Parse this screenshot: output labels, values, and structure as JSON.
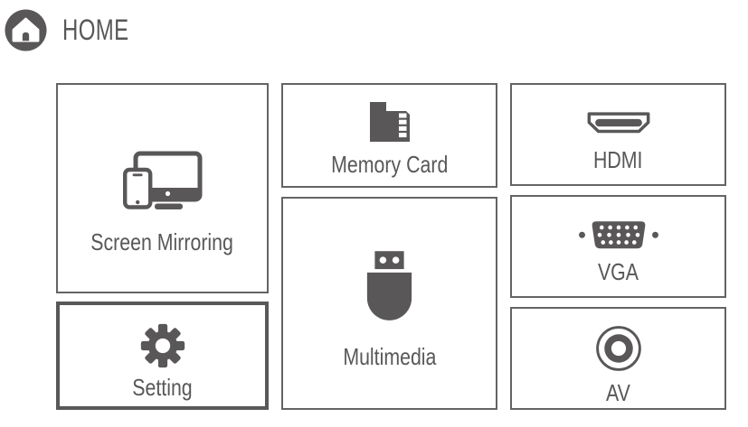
{
  "header": {
    "title": "HOME",
    "icon": "home-icon"
  },
  "tiles": [
    {
      "id": "screen-mirroring",
      "label": "Screen Mirroring",
      "icon": "screen-mirroring-icon",
      "selected": false
    },
    {
      "id": "setting",
      "label": "Setting",
      "icon": "gear-icon",
      "selected": true
    },
    {
      "id": "memory-card",
      "label": "Memory Card",
      "icon": "sd-card-icon",
      "selected": false
    },
    {
      "id": "multimedia",
      "label": "Multimedia",
      "icon": "usb-drive-icon",
      "selected": false
    },
    {
      "id": "hdmi",
      "label": "HDMI",
      "icon": "hdmi-connector-icon",
      "selected": false
    },
    {
      "id": "vga",
      "label": "VGA",
      "icon": "vga-connector-icon",
      "selected": false
    },
    {
      "id": "av",
      "label": "AV",
      "icon": "rca-connector-icon",
      "selected": false
    }
  ],
  "colors": {
    "ink": "#595757",
    "tile_border": "#646464",
    "selected_border": "#595757",
    "bg": "#ffffff"
  }
}
